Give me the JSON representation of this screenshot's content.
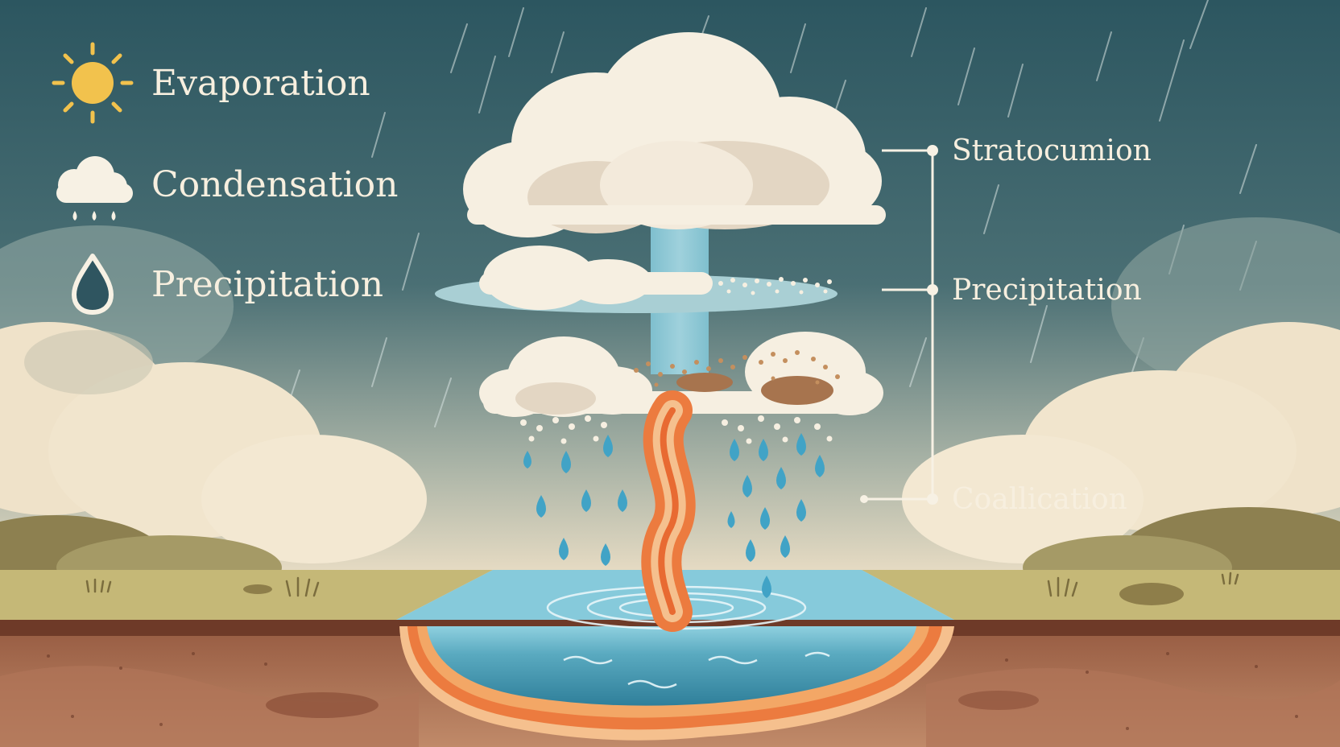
{
  "legend": {
    "items": [
      {
        "icon": "sun-icon",
        "label": "Evaporation"
      },
      {
        "icon": "rain-cloud-icon",
        "label": "Condensation"
      },
      {
        "icon": "water-drop-icon",
        "label": "Precipitation"
      }
    ]
  },
  "callouts": {
    "items": [
      {
        "label": "Stratocumion"
      },
      {
        "label": "Precipitation"
      },
      {
        "label": "Coallication"
      }
    ]
  },
  "colors": {
    "sky_top": "#2d5862",
    "sky_mid": "#7f9a96",
    "sky_horizon": "#efe2c9",
    "cloud": "#f6efe1",
    "cloud_shade": "#e2d5c2",
    "ground_grass": "#c4b676",
    "soil": "#b57a5c",
    "water": "#4c9bb2",
    "water_light": "#86cadb",
    "drop": "#41a3c6",
    "sun": "#f2c24d",
    "stream_orange": "#ec7b3f",
    "stream_peach": "#f5c08e"
  }
}
